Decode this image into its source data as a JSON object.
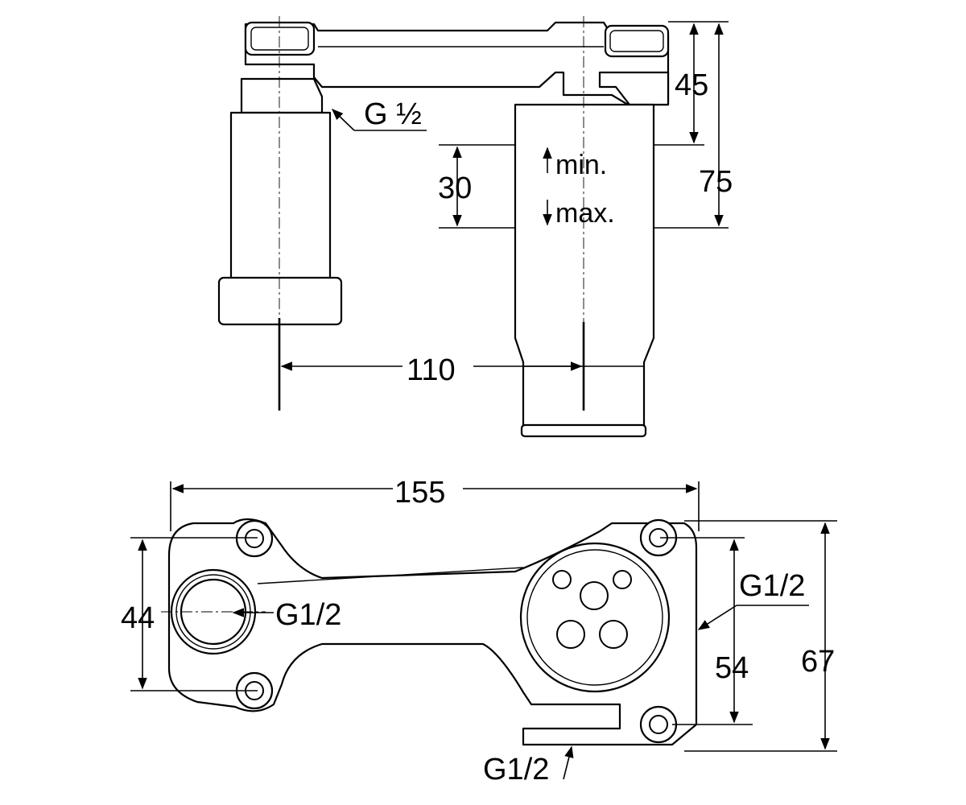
{
  "side_view": {
    "thread_label": "G ½",
    "dim_45": "45",
    "dim_75": "75",
    "dim_30": "30",
    "min_label": "min.",
    "max_label": "max.",
    "dim_110": "110"
  },
  "top_view": {
    "dim_155": "155",
    "dim_44": "44",
    "dim_54": "54",
    "dim_67": "67",
    "inlet_left_label": "G1/2",
    "inlet_right_label": "G1/2",
    "inlet_bottom_label": "G1/2"
  }
}
